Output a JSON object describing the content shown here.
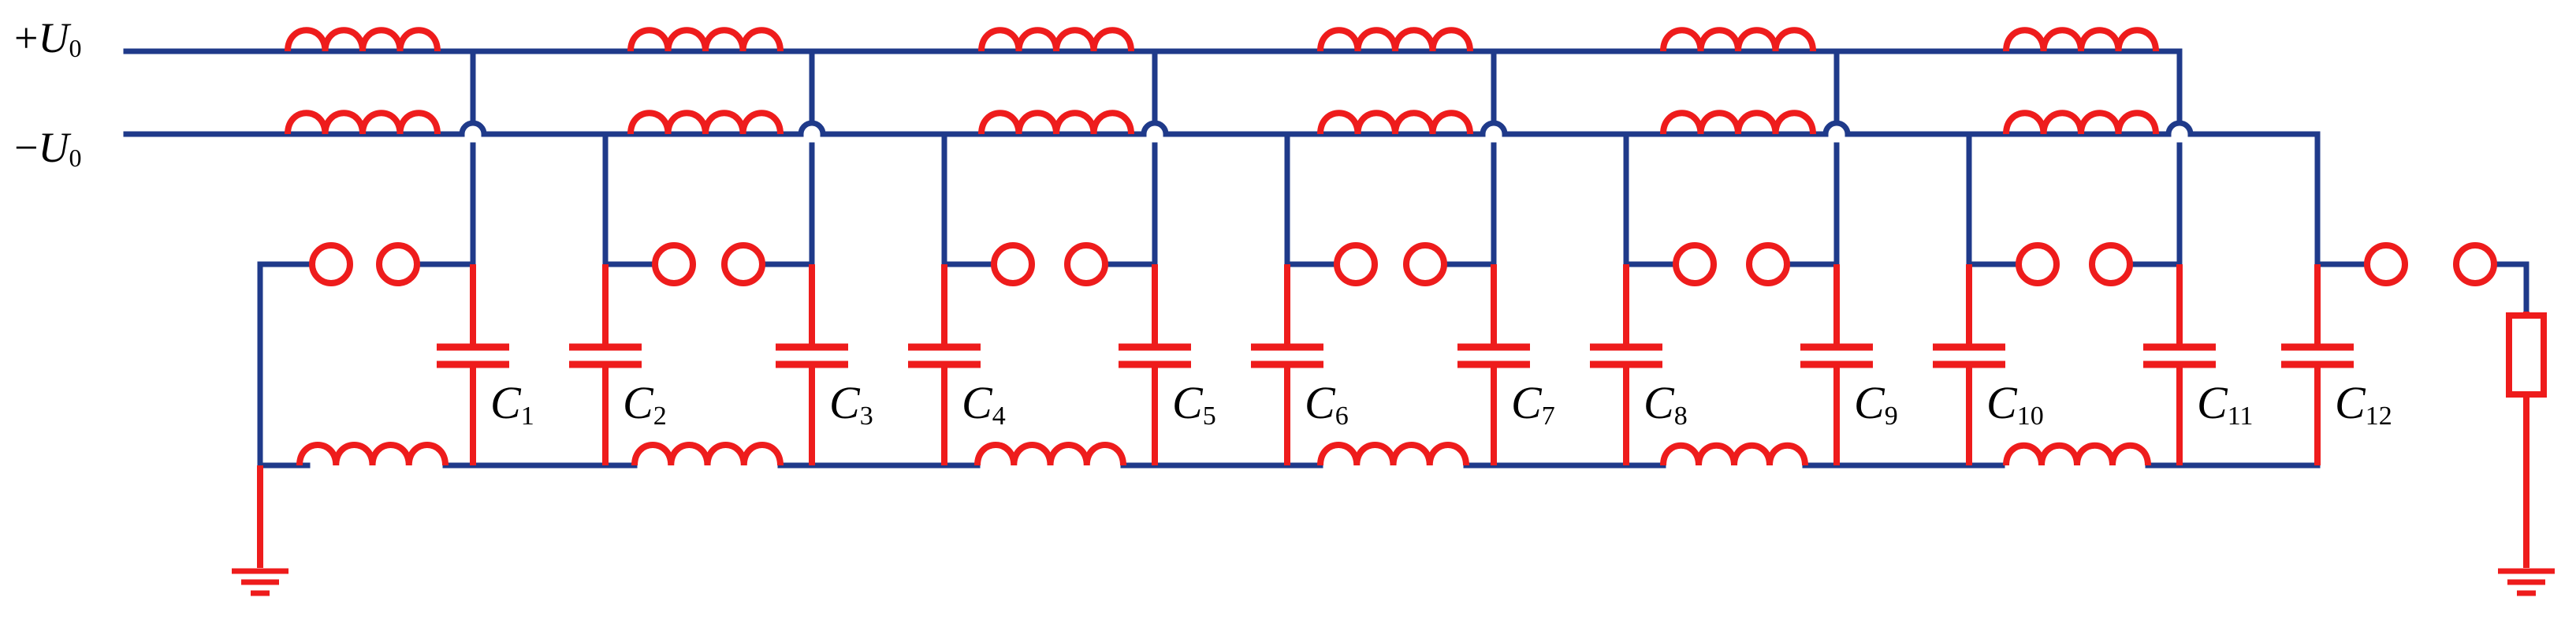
{
  "colors": {
    "wire": "#1f3a8a",
    "component": "#ee1c1c",
    "background": "#ffffff",
    "text": "#000000"
  },
  "sources": [
    {
      "sign": "+",
      "symbol": "U",
      "subscript": "0"
    },
    {
      "sign": "−",
      "symbol": "U",
      "subscript": "0"
    }
  ],
  "capacitors": [
    {
      "symbol": "C",
      "subscript": "1"
    },
    {
      "symbol": "C",
      "subscript": "2"
    },
    {
      "symbol": "C",
      "subscript": "3"
    },
    {
      "symbol": "C",
      "subscript": "4"
    },
    {
      "symbol": "C",
      "subscript": "5"
    },
    {
      "symbol": "C",
      "subscript": "6"
    },
    {
      "symbol": "C",
      "subscript": "7"
    },
    {
      "symbol": "C",
      "subscript": "8"
    },
    {
      "symbol": "C",
      "subscript": "9"
    },
    {
      "symbol": "C",
      "subscript": "10"
    },
    {
      "symbol": "C",
      "subscript": "11"
    },
    {
      "symbol": "C",
      "subscript": "12"
    }
  ],
  "components": {
    "top_inductor_count": 6,
    "second_inductor_count": 6,
    "bottom_inductor_count": 6,
    "spark_gap_count": 7,
    "resistor_count": 1,
    "ground_count": 2
  }
}
